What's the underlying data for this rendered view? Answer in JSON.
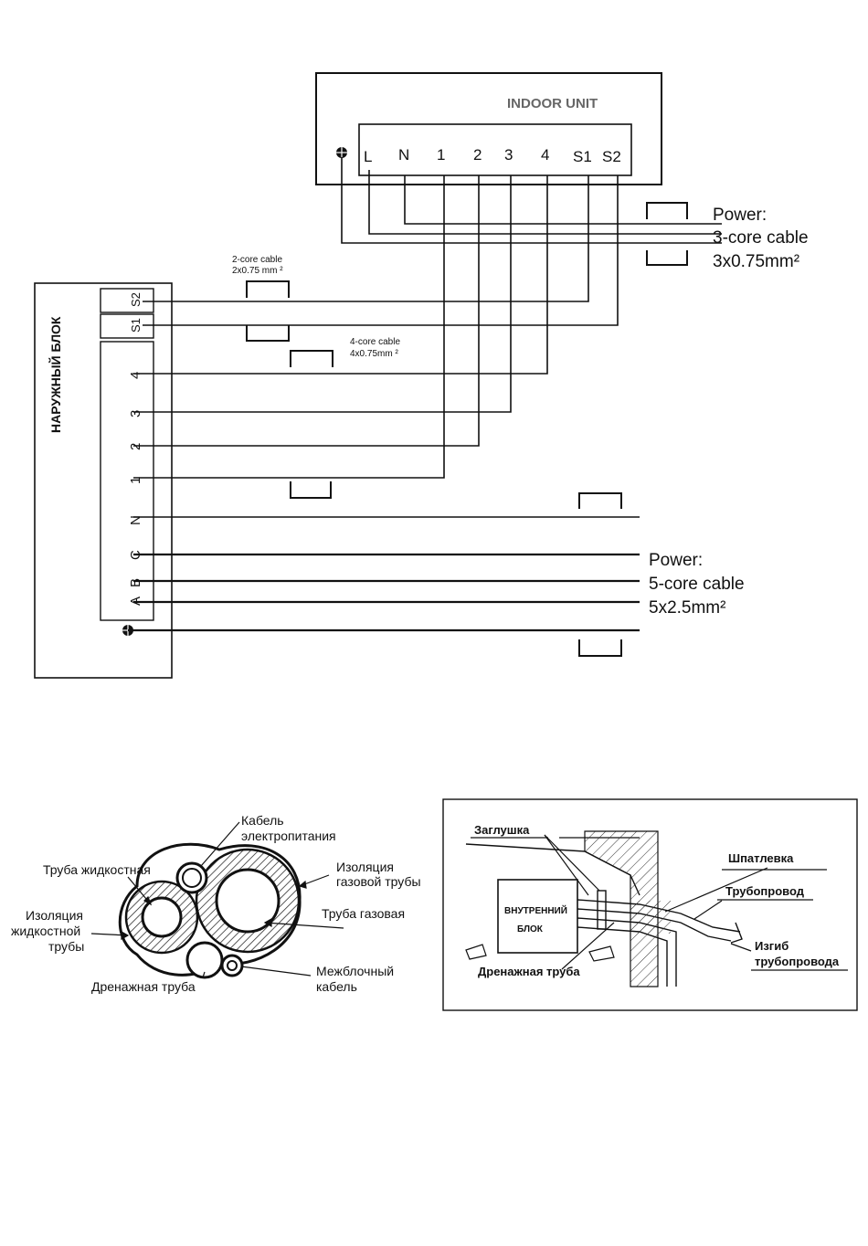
{
  "wiring": {
    "indoor_title": "INDOOR UNIT",
    "indoor_terminals": [
      "L",
      "N",
      "1",
      "2",
      "3",
      "4",
      "S1",
      "S2"
    ],
    "outdoor_label": "НАРУЖНЫЙ БЛОК",
    "outdoor_terminals_top": [
      "S2",
      "S1"
    ],
    "outdoor_terminals_main": [
      "4",
      "3",
      "2",
      "1",
      "N",
      "C",
      "B",
      "A"
    ],
    "cable_2core": {
      "line1": "2-core cable",
      "line2": "2x0.75 mm ²"
    },
    "cable_4core": {
      "line1": "4-core cable",
      "line2": "4x0.75mm ²"
    },
    "power_indoor": {
      "line1": "Power:",
      "line2": "3-core cable",
      "line3": "3x0.75mm²"
    },
    "power_outdoor": {
      "line1": "Power:",
      "line2": "5-core cable",
      "line3": "5x2.5mm²"
    }
  },
  "bundle": {
    "power_cable": [
      "Кабель",
      "электропитания"
    ],
    "liquid_pipe": "Труба жидкостная",
    "gas_insulation": [
      "Изоляция",
      "газовой трубы"
    ],
    "liquid_insulation": [
      "Изоляция",
      "жидкостной",
      "трубы"
    ],
    "gas_pipe": "Труба газовая",
    "interconnect_cable": [
      "Межблочный",
      "кабель"
    ],
    "drain_pipe": "Дренажная труба"
  },
  "install": {
    "plug": "Заглушка",
    "putty": "Шпатлевка",
    "pipeline": "Трубопровод",
    "indoor_unit": [
      "ВНУТРЕННИЙ",
      "БЛОК"
    ],
    "pipe_bend": [
      "Изгиб",
      "трубопровода"
    ],
    "drain_pipe": "Дренажная труба"
  },
  "colors": {
    "ink": "#111111",
    "background": "#ffffff"
  }
}
